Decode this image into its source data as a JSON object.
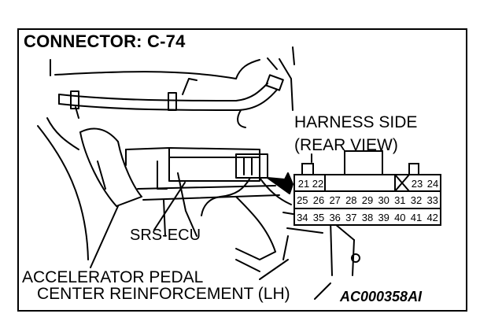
{
  "title": "CONNECTOR: C-74",
  "labels": {
    "harness_side": "HARNESS SIDE",
    "rear_view": "(REAR VIEW)",
    "srs_ecu": "SRS-ECU",
    "accelerator_pedal": "ACCELERATOR PEDAL",
    "center_reinforcement": "CENTER REINFORCEMENT (LH)",
    "figure_code": "AC000358AI"
  },
  "connector": {
    "row1_left": [
      "21",
      "22"
    ],
    "row1_right": [
      "23",
      "24"
    ],
    "row2": [
      "25",
      "26",
      "27",
      "28",
      "29",
      "30",
      "31",
      "32",
      "33"
    ],
    "row3": [
      "34",
      "35",
      "36",
      "37",
      "38",
      "39",
      "40",
      "41",
      "42"
    ]
  }
}
